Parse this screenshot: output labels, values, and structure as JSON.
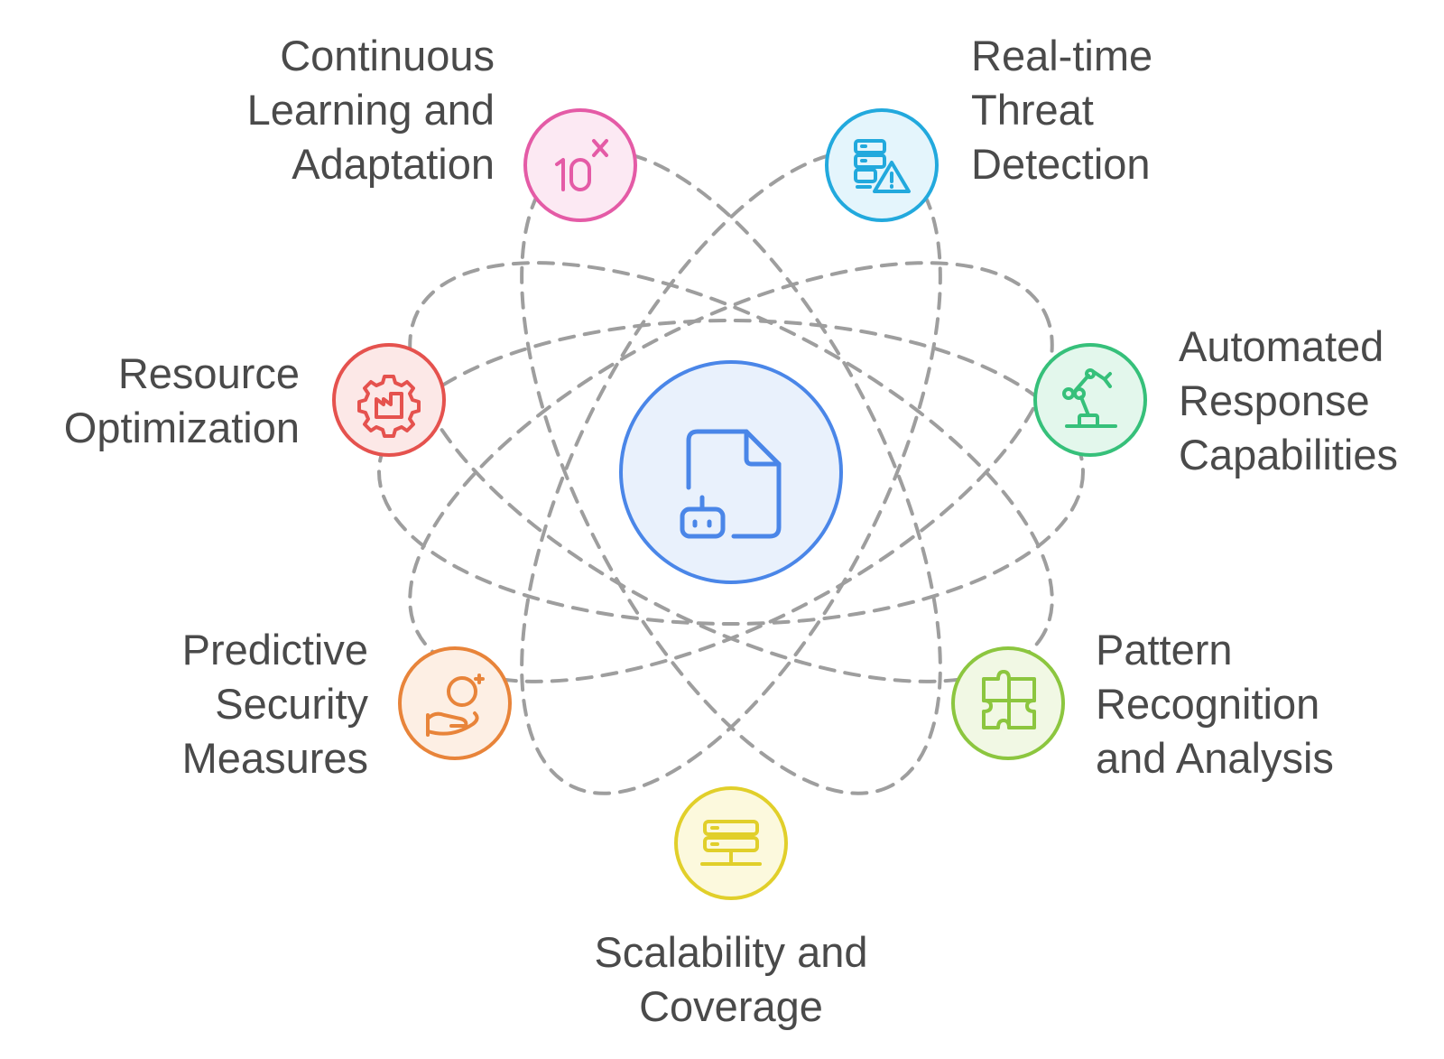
{
  "center": {
    "icon": "robot-document-icon",
    "color": "#4a86e8",
    "fill": "#e9f1fc"
  },
  "nodes": [
    {
      "id": "continuous-learning",
      "lines": [
        "Continuous",
        "Learning and",
        "Adaptation"
      ],
      "icon": "ten-power-x-icon",
      "color": "#e45ba6",
      "fill": "#fce9f3"
    },
    {
      "id": "real-time-threat",
      "lines": [
        "Real-time",
        "Threat",
        "Detection"
      ],
      "icon": "server-alert-icon",
      "color": "#22a9dd",
      "fill": "#e4f5fc"
    },
    {
      "id": "automated-response",
      "lines": [
        "Automated",
        "Response",
        "Capabilities"
      ],
      "icon": "robot-arm-icon",
      "color": "#36c07a",
      "fill": "#e3f7ec"
    },
    {
      "id": "pattern-recognition",
      "lines": [
        "Pattern",
        "Recognition",
        "and Analysis"
      ],
      "icon": "puzzle-icon",
      "color": "#8cc63f",
      "fill": "#f1f8e4"
    },
    {
      "id": "scalability",
      "lines": [
        "Scalability and",
        "Coverage"
      ],
      "icon": "server-network-icon",
      "color": "#e1cf2a",
      "fill": "#fcf9dd"
    },
    {
      "id": "predictive-security",
      "lines": [
        "Predictive",
        "Security",
        "Measures"
      ],
      "icon": "hand-coin-icon",
      "color": "#e8843a",
      "fill": "#fdefe4"
    },
    {
      "id": "resource-optimization",
      "lines": [
        "Resource",
        "Optimization"
      ],
      "icon": "gear-factory-icon",
      "color": "#e5524e",
      "fill": "#fce8e7"
    }
  ]
}
